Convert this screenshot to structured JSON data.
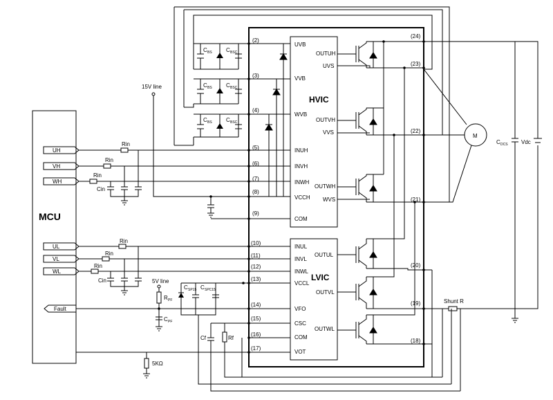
{
  "mcu": {
    "label": "MCU"
  },
  "mcu_ports": {
    "uh": "UH",
    "vh": "VH",
    "wh": "WH",
    "ul": "UL",
    "vl": "VL",
    "wl": "WL",
    "fault": "Fault"
  },
  "ic": {
    "hvic": "HVIC",
    "lvic": "LVIC"
  },
  "pins": {
    "p2": "(2)",
    "p3": "(3)",
    "p4": "(4)",
    "p5": "(5)",
    "p6": "(6)",
    "p7": "(7)",
    "p8": "(8)",
    "p9": "(9)",
    "p10": "(10)",
    "p11": "(11)",
    "p12": "(12)",
    "p13": "(13)",
    "p14": "(14)",
    "p15": "(15)",
    "p16": "(16)",
    "p17": "(17)",
    "p18": "(18)",
    "p19": "(19)",
    "p20": "(20)",
    "p21": "(21)",
    "p22": "(22)",
    "p23": "(23)",
    "p24": "(24)"
  },
  "hvic_pins": {
    "uvb": "UVB",
    "vvb": "VVB",
    "wvb": "WVB",
    "inuh": "INUH",
    "invh": "INVH",
    "inwh": "INWH",
    "vcch": "VCCH",
    "com": "COM",
    "outuh": "OUTUH",
    "uvs": "UVS",
    "outvh": "OUTVH",
    "vvs": "VVS",
    "outwh": "OUTWH",
    "wvs": "WVS"
  },
  "lvic_pins": {
    "inul": "INUL",
    "invl": "INVL",
    "inwl": "INWL",
    "vccl": "VCCL",
    "vfo": "VFO",
    "csc": "CSC",
    "com": "COM",
    "vot": "VOT",
    "outul": "OUTUL",
    "outvl": "OUTVL",
    "outwl": "OUTWL"
  },
  "labels": {
    "line15v": "15V line",
    "line5v": "5V line",
    "rin": "Rin",
    "cin": "Cin",
    "rpf": "R",
    "rpf_sub": "PF",
    "cpf": "C",
    "cpf_sub": "PF",
    "cbs": "C",
    "cbs_sub": "BS",
    "cbsc": "C",
    "cbsc_sub": "BSC",
    "csp15": "C",
    "csp15_sub": "SP15",
    "cspc15": "C",
    "cspc15_sub": "SPC15",
    "cf": "Cf",
    "rf": "Rf",
    "r5k": "5KΩ",
    "shunt": "Shunt R",
    "motor": "M",
    "cdcs": "C",
    "cdcs_sub": "DCS",
    "vdc": "Vdc"
  }
}
